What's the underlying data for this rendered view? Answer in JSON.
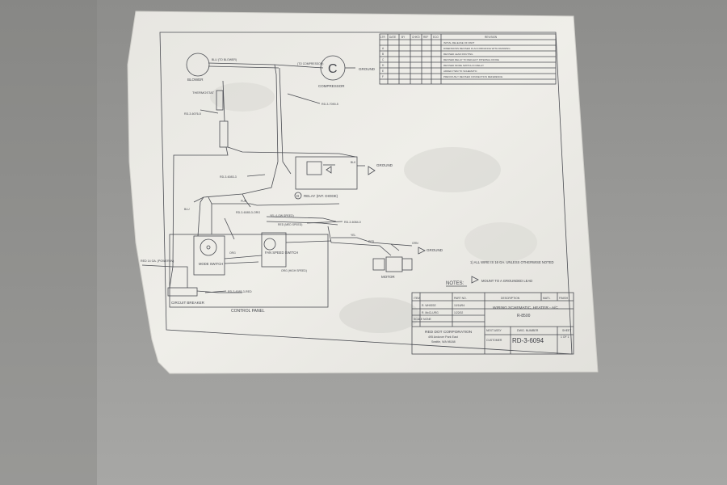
{
  "revision_block": {
    "headers": [
      "LTR",
      "DATE",
      "BY",
      "CHK'D",
      "REF",
      "ECO",
      "REVISION"
    ],
    "rows": [
      {
        "ltr": "",
        "note": "INITIAL RELEASE OF PART"
      },
      {
        "ltr": "A",
        "note": "DIMENSIONS REVISED IN ACCORDANCE WITH DRAWING"
      },
      {
        "ltr": "B",
        "note": "REVISED LEAD ROUTING"
      },
      {
        "ltr": "C",
        "note": "REVISED RELAY TO REFLECT INTERNAL DIODE"
      },
      {
        "ltr": "D",
        "note": "REVISED MODE SWITCH IN RELAY"
      },
      {
        "ltr": "E",
        "note": "ADDED ITEM TO SCHEMATIC"
      },
      {
        "ltr": "F",
        "note": "PREVIOUSLY REVISED CONNECTION REFERENCE"
      }
    ]
  },
  "components": {
    "blower_label": "BLOWER",
    "blower_wires": "BLU (TO BLOWER)",
    "thermostat_label": "THERMOSTAT",
    "compressor_symbol": "C",
    "compressor_label": "COMPRESSOR",
    "compressor_ground": "GROUND",
    "relay_label": "RELAY (INT. DIODE)",
    "relay_marker": "D",
    "relay_ground": "GROUND",
    "mode_switch": "MODE SWITCH",
    "fan_speed_switch": "FAN SPEED SWITCH",
    "motor_label": "MOTOR",
    "motor_ground": "GROUND",
    "circuit_breaker": "CIRCUIT BREAKER",
    "control_panel": "CONTROL PANEL",
    "power_in": "RED 14 GA. (POWER IN)"
  },
  "part_callouts": [
    "RD-3-6076-5",
    "RD-3-6083-3",
    "RD-3-6085-3-ORG",
    "RD-3-6084-0",
    "RD-3-6085-3-RED",
    "RD-3-7090-5"
  ],
  "wire_labels": {
    "blu": "BLU",
    "pur": "PUR",
    "blk": "BLK",
    "yel": "YEL",
    "org": "ORG",
    "red": "RED",
    "yel_low": "YEL (LOW SPEED)",
    "red_med": "RED (MED SPEED)",
    "org_high": "ORG (HIGH SPEED)",
    "grn": "GRN",
    "to_compressor": "(TO COMPRESSOR)"
  },
  "notes": {
    "heading": "NOTES:",
    "items": [
      "1) ALL WIRE IS 16 GA. UNLESS OTHERWISE NOTED",
      "MOUNT TO A GROUNDED LEAD"
    ]
  },
  "title_block": {
    "col_item": "ITEM",
    "col_part_no": "PART NO.",
    "col_description": "DESCRIPTION",
    "col_matl": "MAT'L",
    "col_finish": "FINISH",
    "title": "WIRING SCHEMATIC, HEATER - A/C",
    "model": "R-8500",
    "drawn_by": "R. WHISSE",
    "drawn_date": "10/16/94",
    "checked_by": "R. McCLURG",
    "checked_date": "1/22/02",
    "scale_label": "SCALE",
    "scale_value": "NONE",
    "company": "RED DOT CORPORATION",
    "address1": "495 Andover Park East",
    "address2": "Seattle, WA 98188",
    "next_assy": "NEXT ASSY",
    "customer": "CUSTOMER",
    "dwg_number_label": "DWG. NUMBER",
    "dwg_number": "RD-3-6094",
    "sheet_label": "SHEET",
    "sheet_value": "1 OF 1"
  },
  "colors": {
    "paper": "#ecebe6",
    "ink": "#4a4c52",
    "background": "#9b9b99"
  }
}
